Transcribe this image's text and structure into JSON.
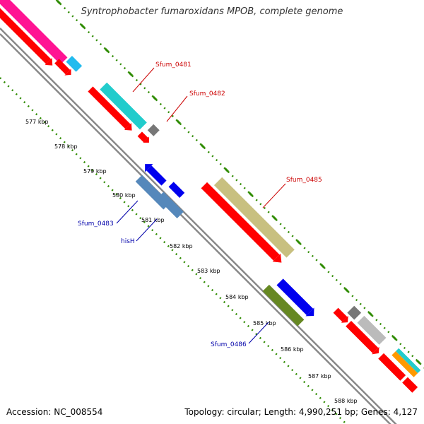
{
  "title": "Syntrophobacter fumaroxidans MPOB, complete genome",
  "footer": {
    "accession": "Accession: NC_008554",
    "summary": "Topology: circular; Length: 4,990,251 bp; Genes: 4,127"
  },
  "kbp_ticks": [
    "577 kbp",
    "578 kbp",
    "579 kbp",
    "580 kbp",
    "581 kbp",
    "582 kbp",
    "583 kbp",
    "584 kbp",
    "585 kbp",
    "586 kbp",
    "587 kbp",
    "588 kbp"
  ],
  "gene_labels": {
    "sfum_0481": "Sfum_0481",
    "sfum_0482": "Sfum_0482",
    "sfum_0485": "Sfum_0485",
    "sfum_0483": "Sfum_0483",
    "hisH": "hisH",
    "sfum_0486": "Sfum_0486"
  },
  "colors": {
    "backbone": "#888888",
    "cds": "#ff0000",
    "tick_green": "#2e8b00",
    "label_red": "#cc0000",
    "label_blue": "#0000aa",
    "magenta": "#ff1493",
    "cyan": "#22cccc",
    "sky": "#22bbee",
    "khaki": "#c8c080",
    "steel": "#5588bb",
    "blue": "#0000ee",
    "olive": "#668822",
    "gray": "#777777",
    "silver": "#bbbbbb",
    "orange": "#ff9900"
  }
}
